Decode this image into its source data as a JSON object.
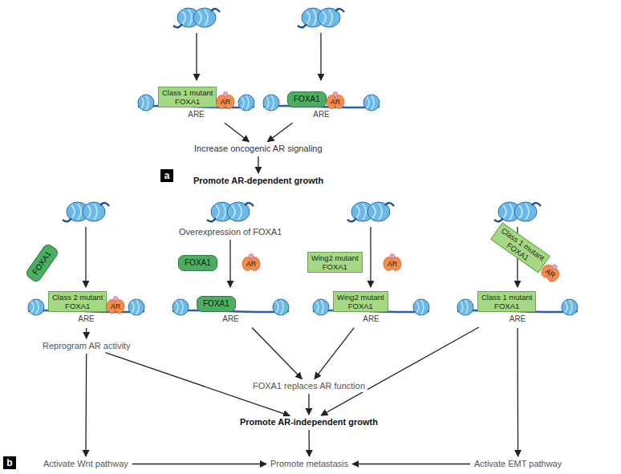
{
  "diagram": {
    "nodes": [
      {
        "text": [
          "ARE"
        ]
      },
      {
        "text": [
          "Class 1 mutant",
          "FOXA1"
        ],
        "in": 0
      },
      {
        "text": [
          "AR"
        ],
        "in": 0
      },
      {
        "text": [
          "ARE"
        ]
      },
      {
        "text": [
          "FOXA1"
        ],
        "in": 3
      },
      {
        "text": [
          "AR"
        ],
        "in": 3
      },
      {
        "text": [
          "Increase oncogenic AR signaling"
        ]
      },
      {
        "text": [
          "Promote AR-dependent growth"
        ]
      },
      {
        "text": [
          "FOXA1"
        ]
      },
      {
        "text": [
          "ARE"
        ]
      },
      {
        "text": [
          "Class 2 mutant",
          "FOXA1"
        ],
        "in": 9
      },
      {
        "text": [
          "AR"
        ],
        "in": 9
      },
      {
        "text": [
          "FOXA1"
        ]
      },
      {
        "text": [
          "AR"
        ]
      },
      {
        "text": [
          "ARE"
        ]
      },
      {
        "text": [
          "FOXA1"
        ],
        "in": 14
      },
      {
        "text": [
          "Wing2 mutant",
          "FOXA1"
        ]
      },
      {
        "text": [
          "AR"
        ]
      },
      {
        "text": [
          "ARE"
        ]
      },
      {
        "text": [
          "Wing2 mutant",
          "FOXA1"
        ],
        "in": 18
      },
      {
        "text": [
          "Class 1 mutant",
          "FOXA1"
        ]
      },
      {
        "text": [
          "AR"
        ]
      },
      {
        "text": [
          "ARE"
        ]
      },
      {
        "text": [
          "Class 1 mutant",
          "FOXA1"
        ],
        "in": 22
      },
      {
        "text": [
          "Reprogram AR activity"
        ]
      },
      {
        "text": [
          "FOXA1 replaces AR function"
        ]
      },
      {
        "text": [
          "Promote AR-independent growth"
        ]
      },
      {
        "text": [
          "Activate Wnt pathway"
        ]
      },
      {
        "text": [
          "Promote metastasis"
        ]
      },
      {
        "text": [
          "Activate EMT pathway"
        ]
      }
    ],
    "edges": [
      {
        "from": 0,
        "to": 6,
        "arrow": "to"
      },
      {
        "from": 3,
        "to": 6,
        "arrow": "to"
      },
      {
        "from": 6,
        "to": 7,
        "arrow": "to"
      },
      {
        "from": 9,
        "to": 24,
        "arrow": "to"
      },
      {
        "from": 24,
        "to": 26,
        "arrow": "to"
      },
      {
        "from": 24,
        "to": 27,
        "arrow": "to"
      },
      {
        "from": 27,
        "to": 28,
        "arrow": "to"
      },
      {
        "from": 14,
        "to": 25,
        "arrow": "to"
      },
      {
        "from": 18,
        "to": 25,
        "arrow": "to"
      },
      {
        "from": 25,
        "to": 26,
        "arrow": "to"
      },
      {
        "from": 22,
        "to": 26,
        "arrow": "to"
      },
      {
        "from": 22,
        "to": 29,
        "arrow": "to"
      },
      {
        "from": 29,
        "to": 28,
        "arrow": "to"
      },
      {
        "from": 26,
        "to": 28,
        "arrow": "to"
      }
    ],
    "labels": [
      "a",
      "Overexpression of FOXA1",
      "b"
    ]
  }
}
